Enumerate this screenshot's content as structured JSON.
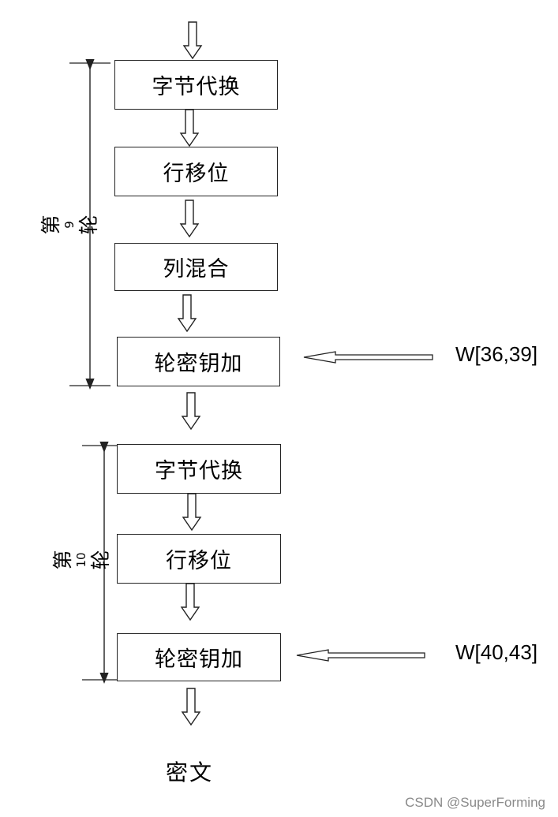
{
  "round9": {
    "label_pre": "第",
    "label_num": "9",
    "label_post": "轮",
    "steps": [
      "字节代换",
      "行移位",
      "列混合",
      "轮密钥加"
    ],
    "key_label": "W[36,39]"
  },
  "round10": {
    "label_pre": "第",
    "label_num": "10",
    "label_post": "轮",
    "steps": [
      "字节代换",
      "行移位",
      "轮密钥加"
    ],
    "key_label": "W[40,43]"
  },
  "output_label": "密文",
  "watermark": "CSDN @SuperForming",
  "colors": {
    "stroke": "#222222",
    "text": "#000000",
    "watermark": "#8a8a8a"
  }
}
